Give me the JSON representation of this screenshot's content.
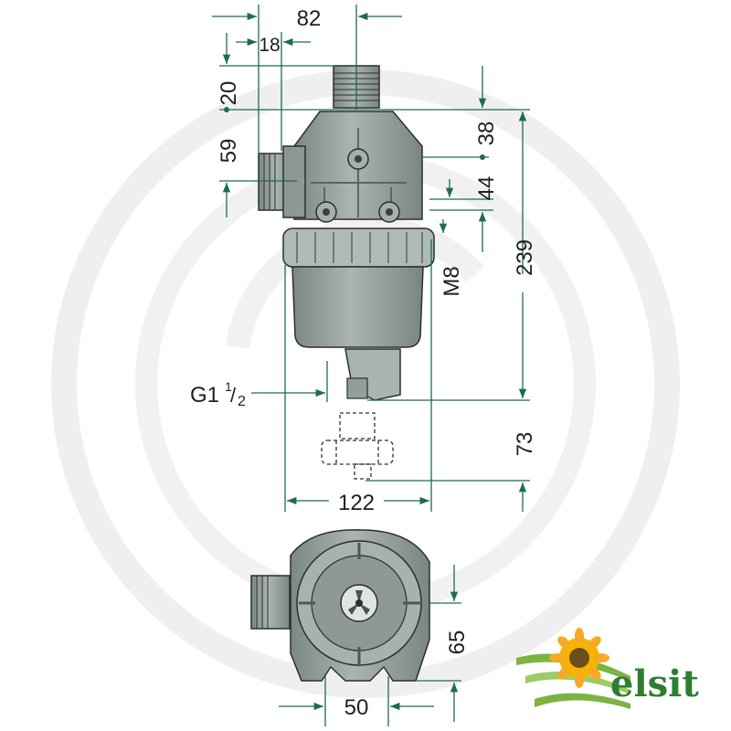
{
  "dimensions": {
    "top_width": "82",
    "inlet_offset": "18",
    "inlet_height": "20",
    "inlet_drop": "59",
    "outlet_drop": "38",
    "mount_spacing": "44",
    "mount_thread": "M8",
    "overall_height": "239",
    "thread_label_main": "G1",
    "thread_frac_num": "1",
    "thread_frac_den": "2",
    "bowl_clearance": "73",
    "bowl_diameter": "122",
    "side_height": "65",
    "base_width": "50"
  },
  "brand": {
    "name": "elsit"
  },
  "colors": {
    "line": "#1d6a58",
    "body": "#97a3a0",
    "body_dark": "#6f7b78",
    "body_light": "#b9c3c0",
    "outline": "#2b2f2e",
    "watermark": "#ececec",
    "text": "#1f1f1f",
    "brand_green": "#2e7d32",
    "sunflower": "#f4b400"
  }
}
